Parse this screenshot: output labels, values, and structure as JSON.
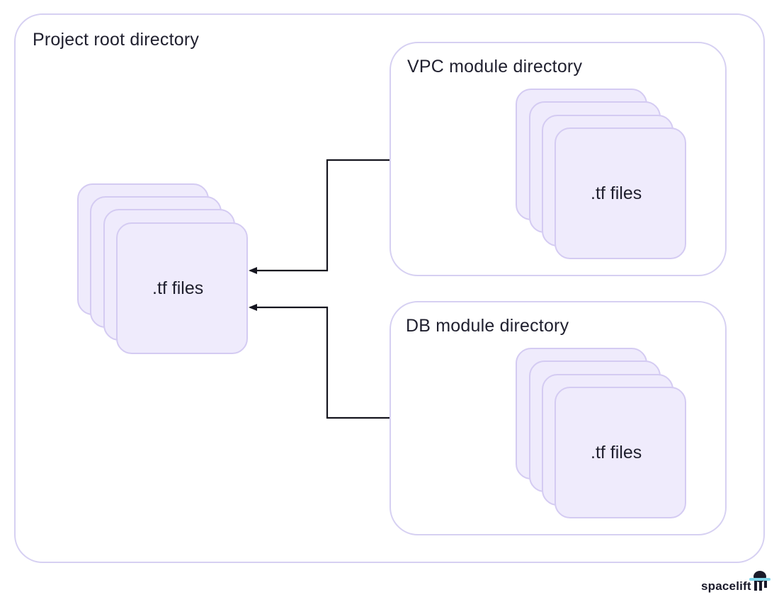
{
  "root": {
    "label": "Project root directory",
    "files_label": ".tf files"
  },
  "vpc_module": {
    "label": "VPC module directory",
    "files_label": ".tf files"
  },
  "db_module": {
    "label": "DB module directory",
    "files_label": ".tf files"
  },
  "brand": {
    "name": "spacelift",
    "logo_icon": "astronaut-logo-icon"
  },
  "colors": {
    "border": "#d6d0f2",
    "card_fill": "#efebfc",
    "card_border": "#d4cbf2",
    "arrow": "#15151f",
    "text": "#1f1f2e"
  }
}
